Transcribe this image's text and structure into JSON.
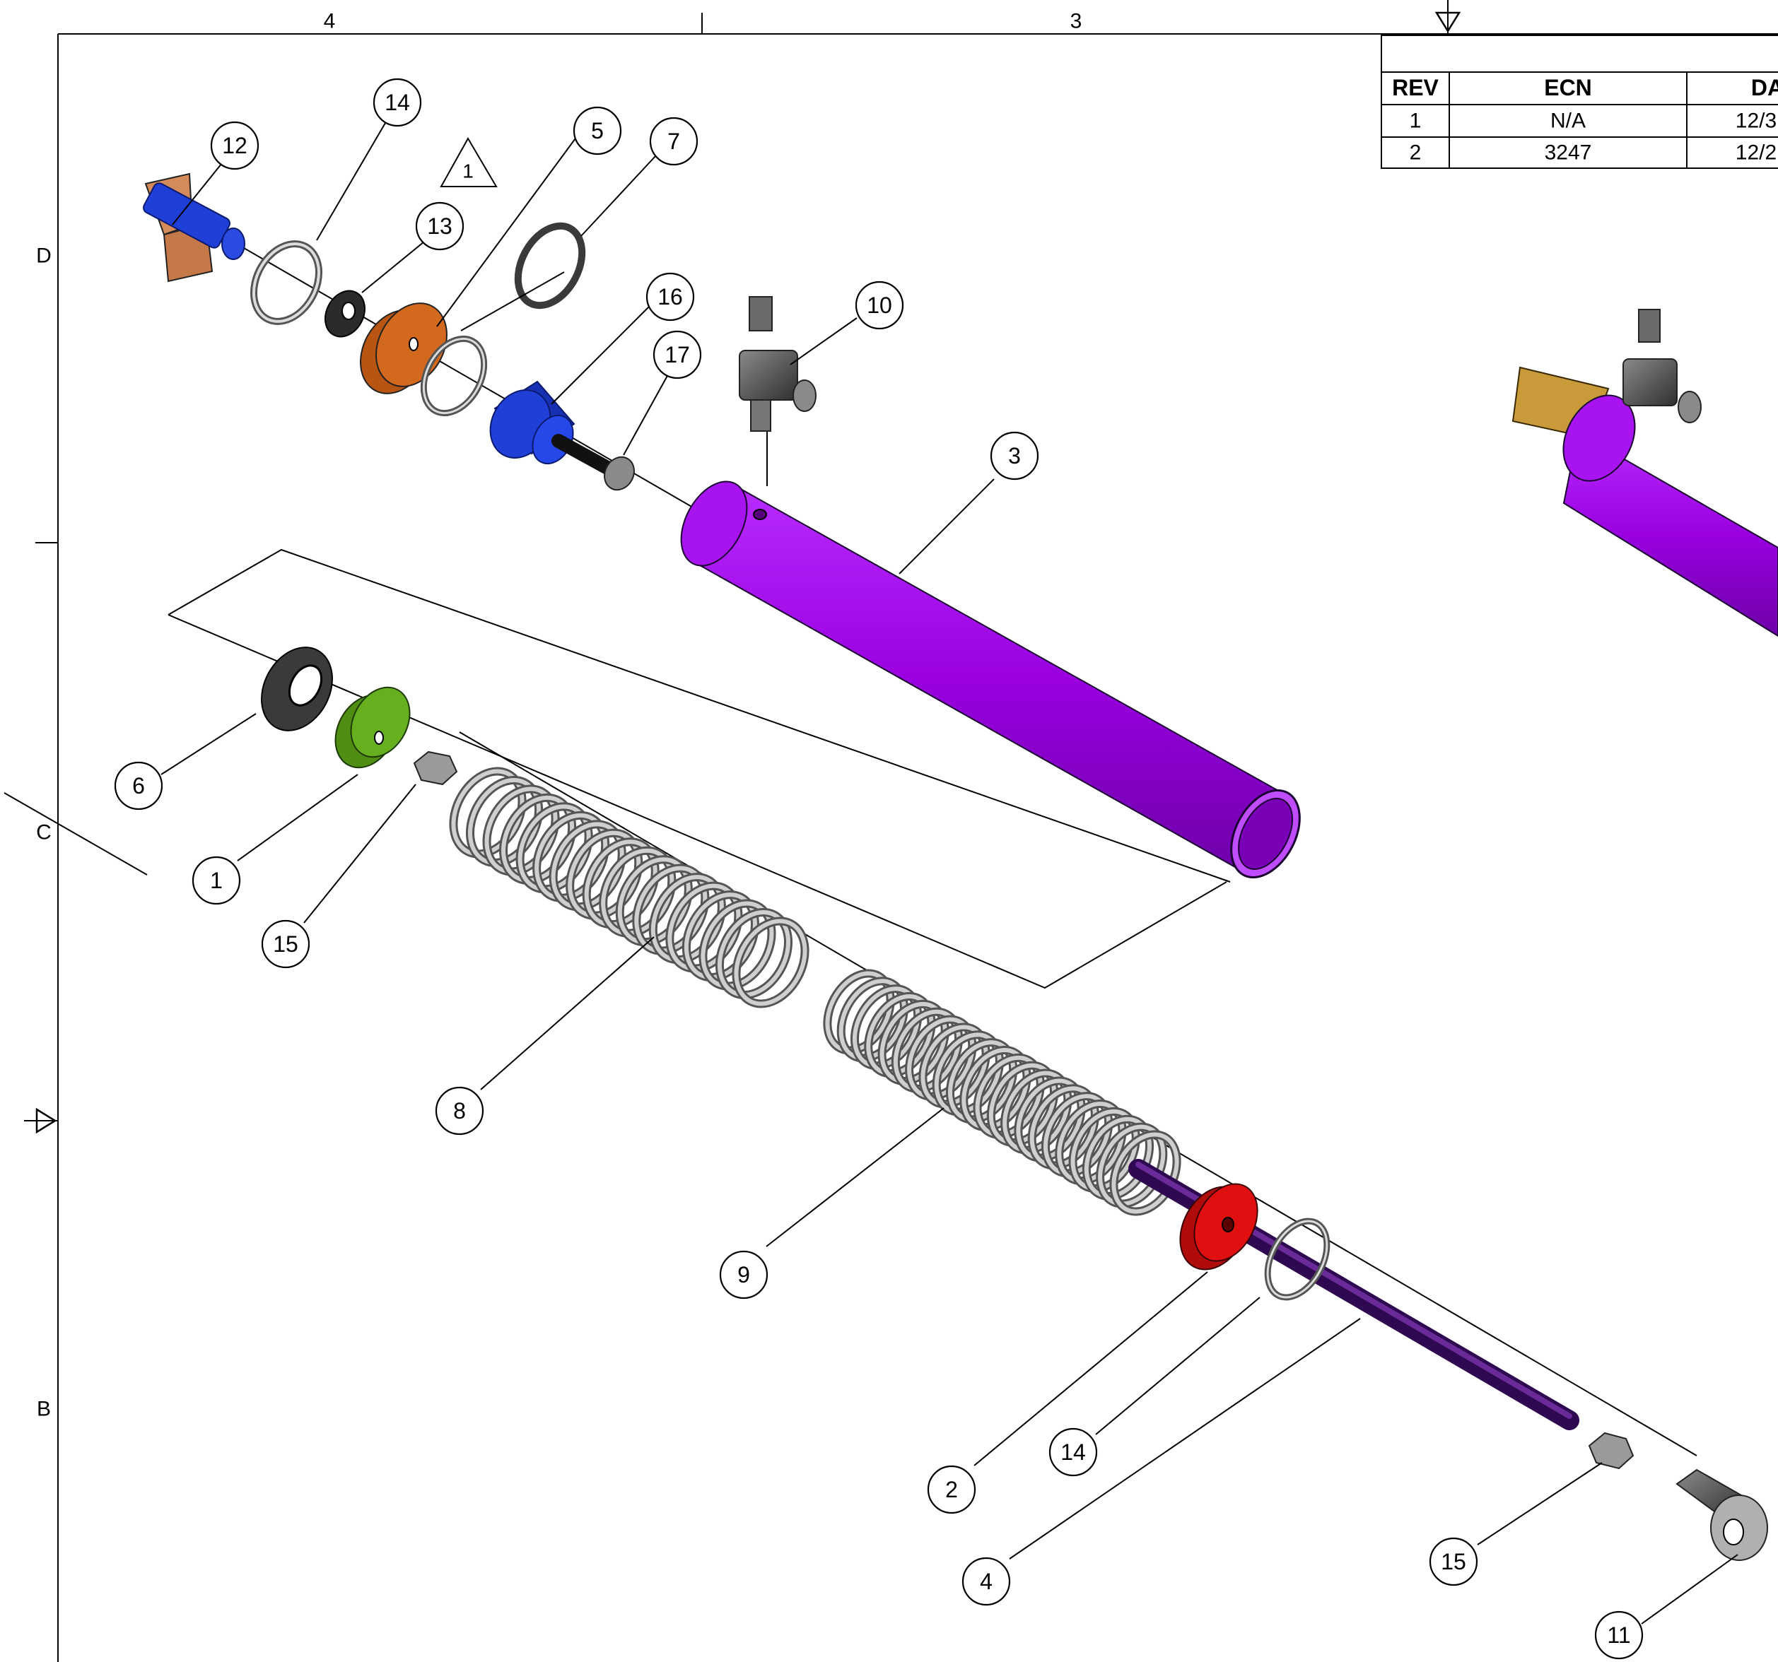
{
  "zones": {
    "columns": [
      {
        "label": "4"
      },
      {
        "label": "3"
      }
    ],
    "rows": [
      {
        "label": "D"
      },
      {
        "label": "C"
      },
      {
        "label": "B"
      }
    ]
  },
  "revision_table": {
    "headers": [
      "REV",
      "ECN",
      "DA"
    ],
    "rows": [
      [
        "1",
        "N/A",
        "12/3"
      ],
      [
        "2",
        "3247",
        "12/2"
      ]
    ]
  },
  "revision_flag": "1",
  "balloons": [
    "12",
    "14",
    "5",
    "7",
    "13",
    "16",
    "17",
    "10",
    "3",
    "6",
    "1",
    "15",
    "8",
    "9",
    "2",
    "14",
    "4",
    "15",
    "11"
  ],
  "colors": {
    "cylinder": "#9a00e0",
    "rod": "#4a1070",
    "piston_orange": "#d2691e",
    "cap_blue": "#1f3fd6",
    "bushing_green": "#66b020",
    "stop_red": "#e01010",
    "clevis_copper": "#d58a5a",
    "seal_dark": "#3a3a3a",
    "spring_gray": "#bdbdbd",
    "fitting_gray": "#4a4a4a"
  }
}
